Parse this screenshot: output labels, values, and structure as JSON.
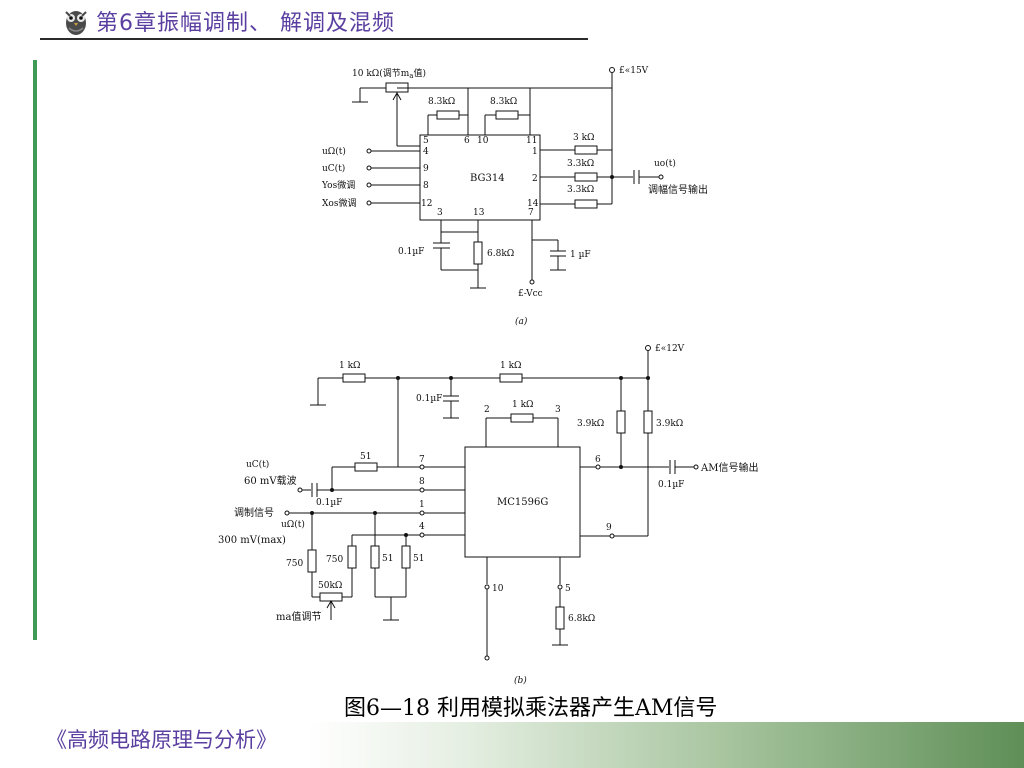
{
  "header": {
    "title": "第6章振幅调制、 解调及混频"
  },
  "figure": {
    "caption": "图6—18 利用模拟乘法器产生AM信号",
    "a": {
      "label": "(a)",
      "chip": "BG314",
      "pot_label": "10 kΩ(调节m",
      "pot_sub": "a",
      "pot_tail": "值)",
      "vplus": "£«15V",
      "r_left": "8.3kΩ",
      "r_right": "8.3kΩ",
      "r_3k": "3 kΩ",
      "r_33a": "3.3kΩ",
      "r_33b": "3.3kΩ",
      "pin5": "5",
      "pin6": "6",
      "pin10": "10",
      "pin11": "11",
      "pin4": "4",
      "pin9": "9",
      "pin8": "8",
      "pin12": "12",
      "pin1": "1",
      "pin2": "2",
      "pin14": "14",
      "pin3": "3",
      "pin13": "13",
      "pin7": "7",
      "in_u_omega": "uΩ(t)",
      "in_u_c": "uC(t)",
      "in_y": "Yos微调",
      "in_x": "Xos微调",
      "out_uo": "uo(t)",
      "out_label": "调幅信号输出",
      "c_01": "0.1µF",
      "r_68": "6.8kΩ",
      "c_1": "1 µF",
      "vminus": "£-Vcc"
    },
    "b": {
      "label": "(b)",
      "chip": "MC1596G",
      "vplus": "£«12V",
      "r_1k_left": "1 kΩ",
      "r_1k_mid": "1 kΩ",
      "r_1k_23": "1 kΩ",
      "c_01_top": "0.1µF",
      "r_39a": "3.9kΩ",
      "r_39b": "3.9kΩ",
      "r_51_top": "51",
      "pin7": "7",
      "pin8": "8",
      "pin1": "1",
      "pin4": "4",
      "pin2": "2",
      "pin3": "3",
      "pin6": "6",
      "pin9": "9",
      "pin10": "10",
      "pin5": "5",
      "in_uc": "uC(t)",
      "in_carrier": "60 mV载波",
      "c_01_in": "0.1µF",
      "mod_signal": "调制信号",
      "in_u_omega": "uΩ(t)",
      "in_300": "300 mV(max)",
      "r_750a": "750",
      "r_750b": "750",
      "r_51a": "51",
      "r_51b": "51",
      "pot_50k": "50kΩ",
      "ma_adj": "ma值调节",
      "out_am": "AM信号输出",
      "c_01_out": "0.1µF",
      "r_68": "6.8kΩ"
    }
  },
  "footer": {
    "title": "《高频电路原理与分析》"
  },
  "colors": {
    "accent": "#5a3fa0",
    "bar": "#3f9a55"
  }
}
